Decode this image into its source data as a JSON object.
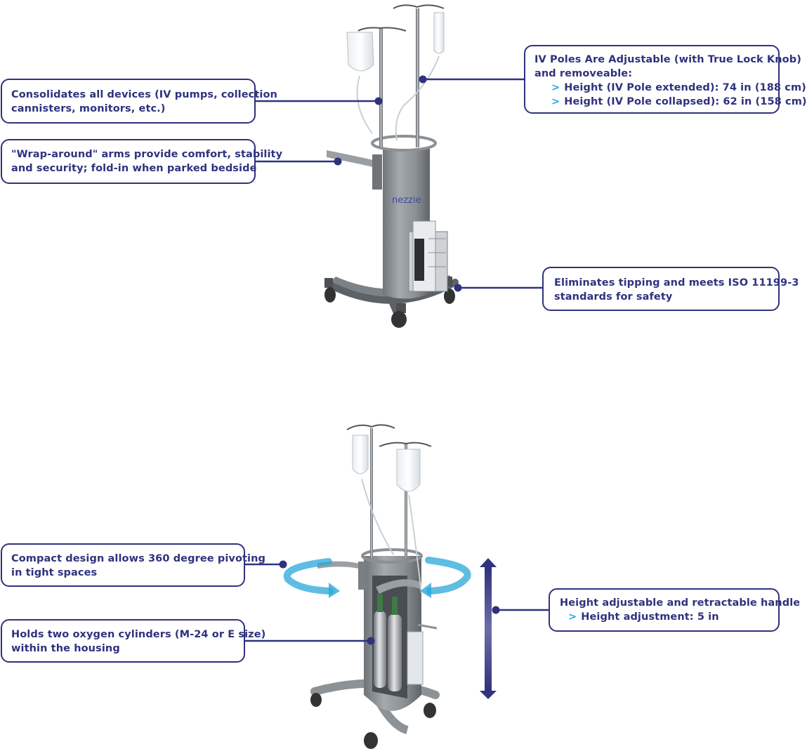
{
  "top_section": {
    "callouts": {
      "consolidates": {
        "lines": [
          "Consolidates all devices (IV pumps, collection",
          "cannisters, monitors, etc.)"
        ]
      },
      "wrap_around": {
        "lines": [
          "\"Wrap-around\" arms provide comfort, stability",
          "and security; fold-in when parked bedside"
        ]
      },
      "iv_poles": {
        "lines": [
          "IV Poles Are Adjustable (with True Lock Knob)",
          "and removeable:"
        ],
        "items": [
          {
            "marker": ">",
            "text": "Height (IV Pole extended): 74 in (188 cm)"
          },
          {
            "marker": ">",
            "text": "Height (IV Pole collapsed): 62 in (158 cm)"
          }
        ]
      },
      "tipping": {
        "lines": [
          "Eliminates tipping and meets ISO 11199-3",
          "standards for safety"
        ]
      }
    },
    "product_logo": "nezzie"
  },
  "bottom_section": {
    "callouts": {
      "compact": {
        "lines": [
          "Compact design allows 360 degree pivoting",
          "in tight spaces"
        ]
      },
      "oxygen": {
        "lines": [
          "Holds two oxygen cylinders (M-24 or E size)",
          "within the housing"
        ]
      },
      "handle": {
        "lines": [
          "Height adjustable and retractable handle"
        ],
        "items": [
          {
            "marker": ">",
            "text": "Height adjustment: 5 in"
          }
        ]
      }
    }
  },
  "colors": {
    "accent_navy": "#2f327e",
    "accent_cyan": "#29a7d9",
    "body_gray": "#8e9397"
  }
}
